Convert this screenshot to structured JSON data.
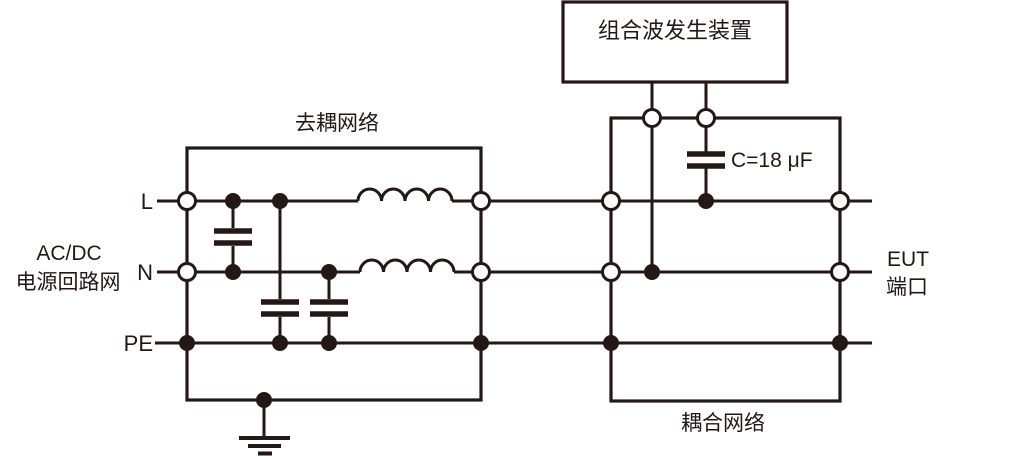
{
  "diagram": {
    "generator": {
      "label": "组合波发生装置"
    },
    "decoupling_network": {
      "label": "去耦网络"
    },
    "coupling_network": {
      "label": "耦合网络"
    },
    "source_port": {
      "line1": "AC/DC",
      "line2": "电源回路网"
    },
    "eut_port": {
      "line1": "EUT",
      "line2": "端口"
    },
    "conductors": {
      "l": "L",
      "n": "N",
      "pe": "PE"
    },
    "coupling_capacitor": {
      "label": "C=18 μF"
    },
    "colors": {
      "ink": "#231815",
      "background": "#ffffff"
    }
  }
}
